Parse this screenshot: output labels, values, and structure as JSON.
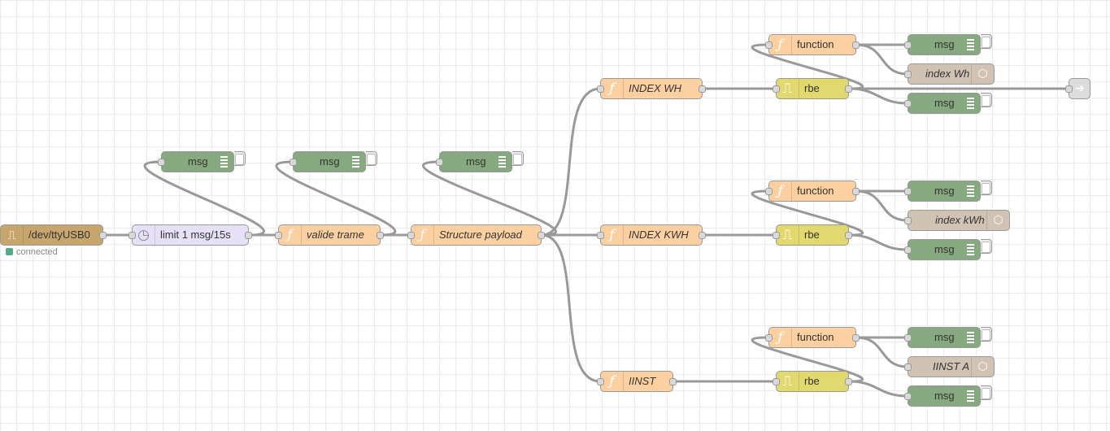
{
  "nodes": {
    "serial_in": {
      "label": "/dev/ttyUSB0",
      "status": "connected",
      "icon": "serial-icon"
    },
    "delay": {
      "label": "limit 1 msg/15s",
      "icon": "timer-icon"
    },
    "valide": {
      "label": "valide trame",
      "icon": "function-icon"
    },
    "structure": {
      "label": "Structure payload",
      "icon": "function-icon"
    },
    "dbg1": {
      "label": "msg"
    },
    "dbg2": {
      "label": "msg"
    },
    "dbg3": {
      "label": "msg"
    },
    "index_wh": {
      "label": "INDEX WH"
    },
    "index_kwh": {
      "label": "INDEX KWH"
    },
    "iinst": {
      "label": "IINST"
    },
    "fn1": {
      "label": "function"
    },
    "fn2": {
      "label": "function"
    },
    "fn3": {
      "label": "function"
    },
    "rbe1": {
      "label": "rbe"
    },
    "rbe2": {
      "label": "rbe"
    },
    "rbe3": {
      "label": "rbe"
    },
    "dbg_a1": {
      "label": "msg"
    },
    "dbg_a2": {
      "label": "msg"
    },
    "dbg_b1": {
      "label": "msg"
    },
    "dbg_b2": {
      "label": "msg"
    },
    "dbg_c1": {
      "label": "msg"
    },
    "dbg_c2": {
      "label": "msg"
    },
    "ui_wh": {
      "label": "index Wh"
    },
    "ui_kwh": {
      "label": "index kWh"
    },
    "ui_iinst": {
      "label": "IINST A"
    }
  },
  "colors": {
    "function": "#fdd0a2",
    "serial": "#c7a66e",
    "delay": "#e6e0f8",
    "debug": "#87a980",
    "rbe": "#e2d96e",
    "ui": "#d0c3b4",
    "link_out": "#dcdcdc",
    "wire": "#999999",
    "status_connected": "#55aa88"
  }
}
